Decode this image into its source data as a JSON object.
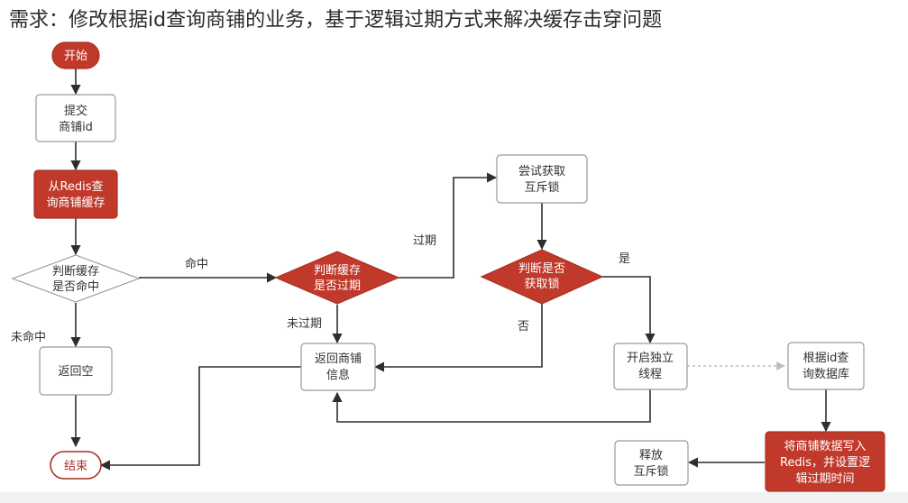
{
  "title": "需求：修改根据id查询商铺的业务，基于逻辑过期方式来解决缓存击穿问题",
  "colors": {
    "accent": "#c0392b",
    "box_border": "#9a9a9a",
    "line": "#2e2e2e"
  },
  "nodes": {
    "start": "开始",
    "submit_1": "提交",
    "submit_2": "商铺id",
    "redis_1": "从Redis查",
    "redis_2": "询商铺缓存",
    "hit_1": "判断缓存",
    "hit_2": "是否命中",
    "empty": "返回空",
    "end": "结束",
    "expired_1": "判断缓存",
    "expired_2": "是否过期",
    "return_1": "返回商铺",
    "return_2": "信息",
    "trylock_1": "尝试获取",
    "trylock_2": "互斥锁",
    "gotlock_1": "判断是否",
    "gotlock_2": "获取锁",
    "thread_1": "开启独立",
    "thread_2": "线程",
    "query_1": "根据id查",
    "query_2": "询数据库",
    "write_1": "将商铺数据写入",
    "write_2": "Redis，并设置逻",
    "write_3": "辑过期时间",
    "release_1": "释放",
    "release_2": "互斥锁"
  },
  "edge_labels": {
    "hit": "命中",
    "miss": "未命中",
    "expired": "过期",
    "not_expired": "未过期",
    "yes": "是",
    "no": "否"
  }
}
